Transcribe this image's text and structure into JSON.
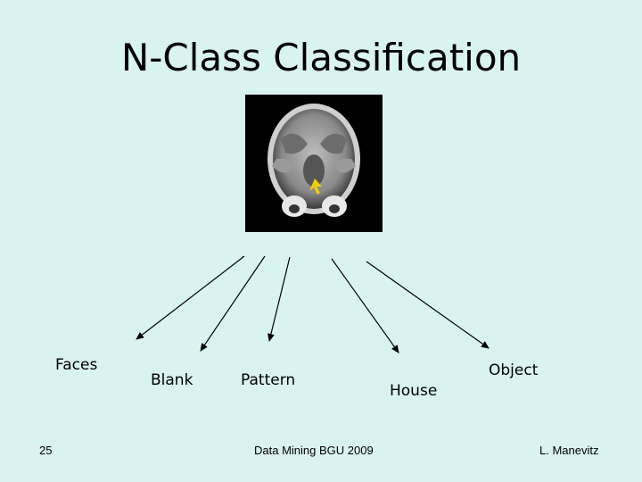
{
  "slide": {
    "title": "N-Class Classification",
    "classes": [
      "Faces",
      "Blank",
      "Pattern",
      "House",
      "Object"
    ],
    "footer": {
      "page_number": "25",
      "center_text": "Data Mining BGU 2009",
      "author": "L. Manevitz"
    }
  },
  "colors": {
    "background": "#d9f3f1",
    "arrow": "#000000",
    "highlight_arrow": "#f0d000"
  },
  "icons": [
    "brain-mri-image",
    "arrow-icon",
    "yellow-arrow-icon"
  ]
}
